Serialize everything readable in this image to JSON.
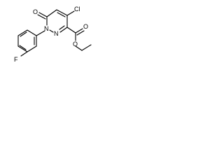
{
  "structure": {
    "atoms": {
      "fluorine": "F",
      "nitrogen_1": "N",
      "nitrogen_2": "N",
      "ring_oxygen": "O",
      "chlorine": "Cl",
      "carbonyl_oxygen": "O",
      "ester_oxygen": "O"
    },
    "colors": {
      "bond": "#000000",
      "label": "#000000",
      "background": "#ffffff"
    }
  }
}
